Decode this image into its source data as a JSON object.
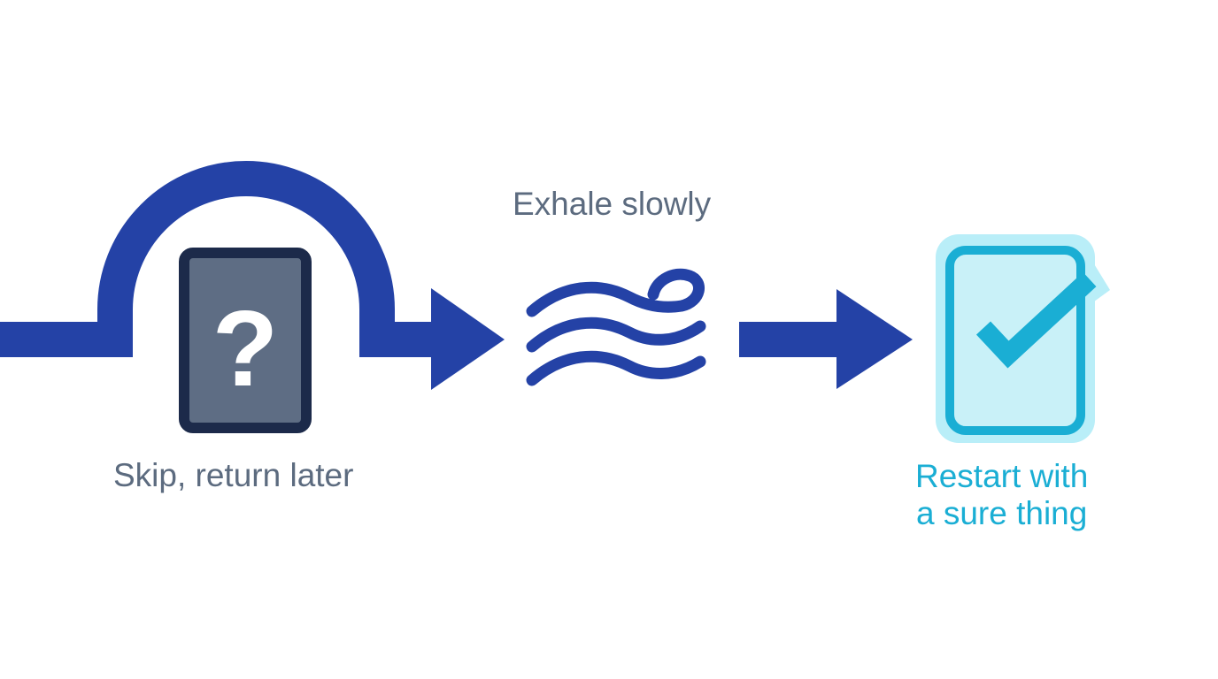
{
  "steps": {
    "skip": {
      "label": "Skip, return later",
      "icon": "question-card-icon",
      "glyph": "?"
    },
    "exhale": {
      "label": "Exhale slowly",
      "icon": "breath-wind-icon"
    },
    "restart": {
      "line1": "Restart with",
      "line2": "a sure thing",
      "icon": "checkmark-card-icon"
    }
  },
  "colors": {
    "arrow": "#2442a6",
    "gray_text": "#5c6b7f",
    "card_fill": "#5e6d84",
    "card_border": "#1c2a4a",
    "teal": "#1aaed4",
    "teal_light": "#c9f1f8",
    "teal_glow": "#b9eef8",
    "white": "#ffffff"
  }
}
